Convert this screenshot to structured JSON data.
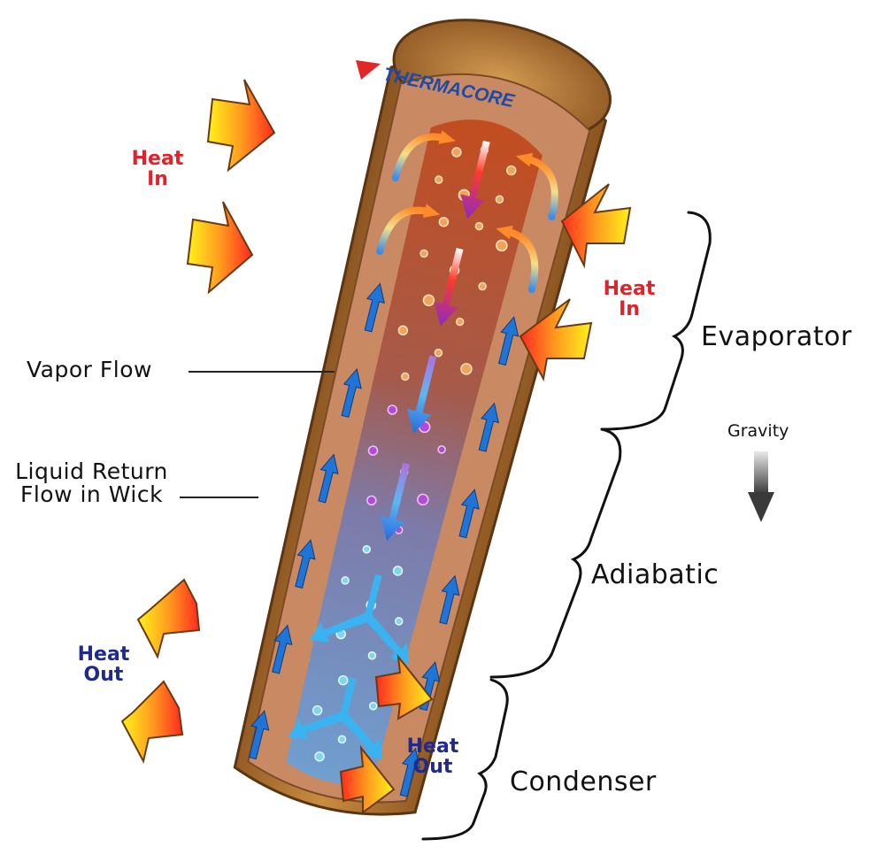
{
  "brand": {
    "logo_text": "THERMACORE"
  },
  "labels": {
    "heat_in": [
      "Heat",
      "In"
    ],
    "heat_out": [
      "Heat",
      "Out"
    ],
    "vapor_flow": "Vapor Flow",
    "liquid_return": [
      "Liquid Return",
      "Flow in Wick"
    ],
    "gravity": "Gravity"
  },
  "zones": [
    "Evaporator",
    "Adiabatic",
    "Condenser"
  ],
  "colors": {
    "casing": "#b9772f",
    "wick": "#c98a63",
    "vapor_hot": "#c85a28",
    "vapor_cold": "#5a8ec8",
    "heat_in_text": "#e0232a",
    "heat_out_text": "#1f2a8c",
    "liquid_arrow": "#1f74d6"
  }
}
